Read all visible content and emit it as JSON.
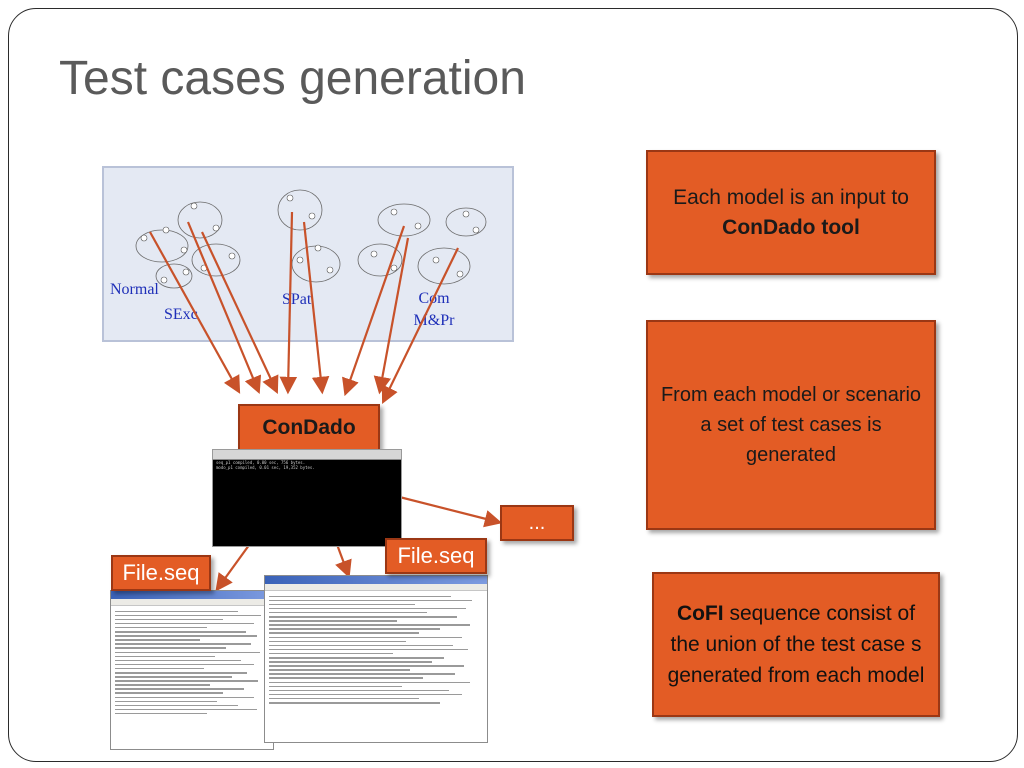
{
  "title": "Test cases generation",
  "models": {
    "labels": [
      "Normal",
      "SExc",
      "SPat",
      "Com\nM&Pr"
    ]
  },
  "tool_box": "ConDado",
  "ellipsis_box": "...",
  "file_labels": [
    "File.seq",
    "File.seq"
  ],
  "side_boxes": {
    "box1_text_prefix": "Each model is an input to",
    "box1_text_bold": "ConDado tool",
    "box2_text": "From each model or scenario  a set of test cases is  generated",
    "box3_bold": "CoFI",
    "box3_text": "sequence consist of  the union of  the test case s generated from each model"
  },
  "colors": {
    "accent": "#e35c25",
    "label_blue": "#1e2fb8",
    "arrow": "#c8522a"
  },
  "icons": [
    "terminal-window-icon",
    "text-document-icon"
  ]
}
